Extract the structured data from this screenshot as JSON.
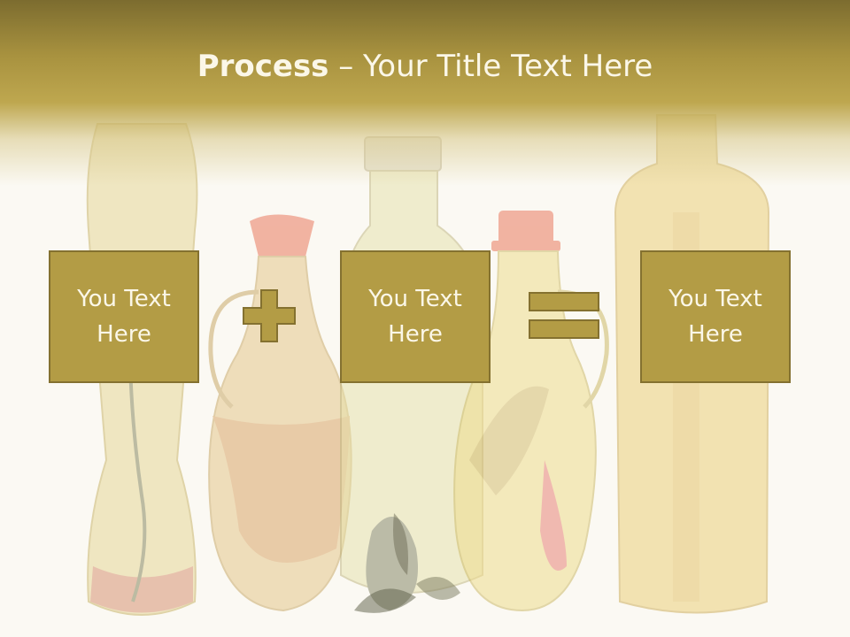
{
  "title": {
    "bold": "Process",
    "rest": " – Your Title Text Here"
  },
  "steps": [
    {
      "text": "You Text\nHere"
    },
    {
      "text": "You Text\nHere"
    },
    {
      "text": "You Text\nHere"
    }
  ],
  "operators": [
    "plus-icon",
    "equals-icon"
  ],
  "colors": {
    "header": "#a8923f",
    "box_fill": "#b39c45",
    "box_border": "#847130",
    "text": "#fbf7e8"
  }
}
